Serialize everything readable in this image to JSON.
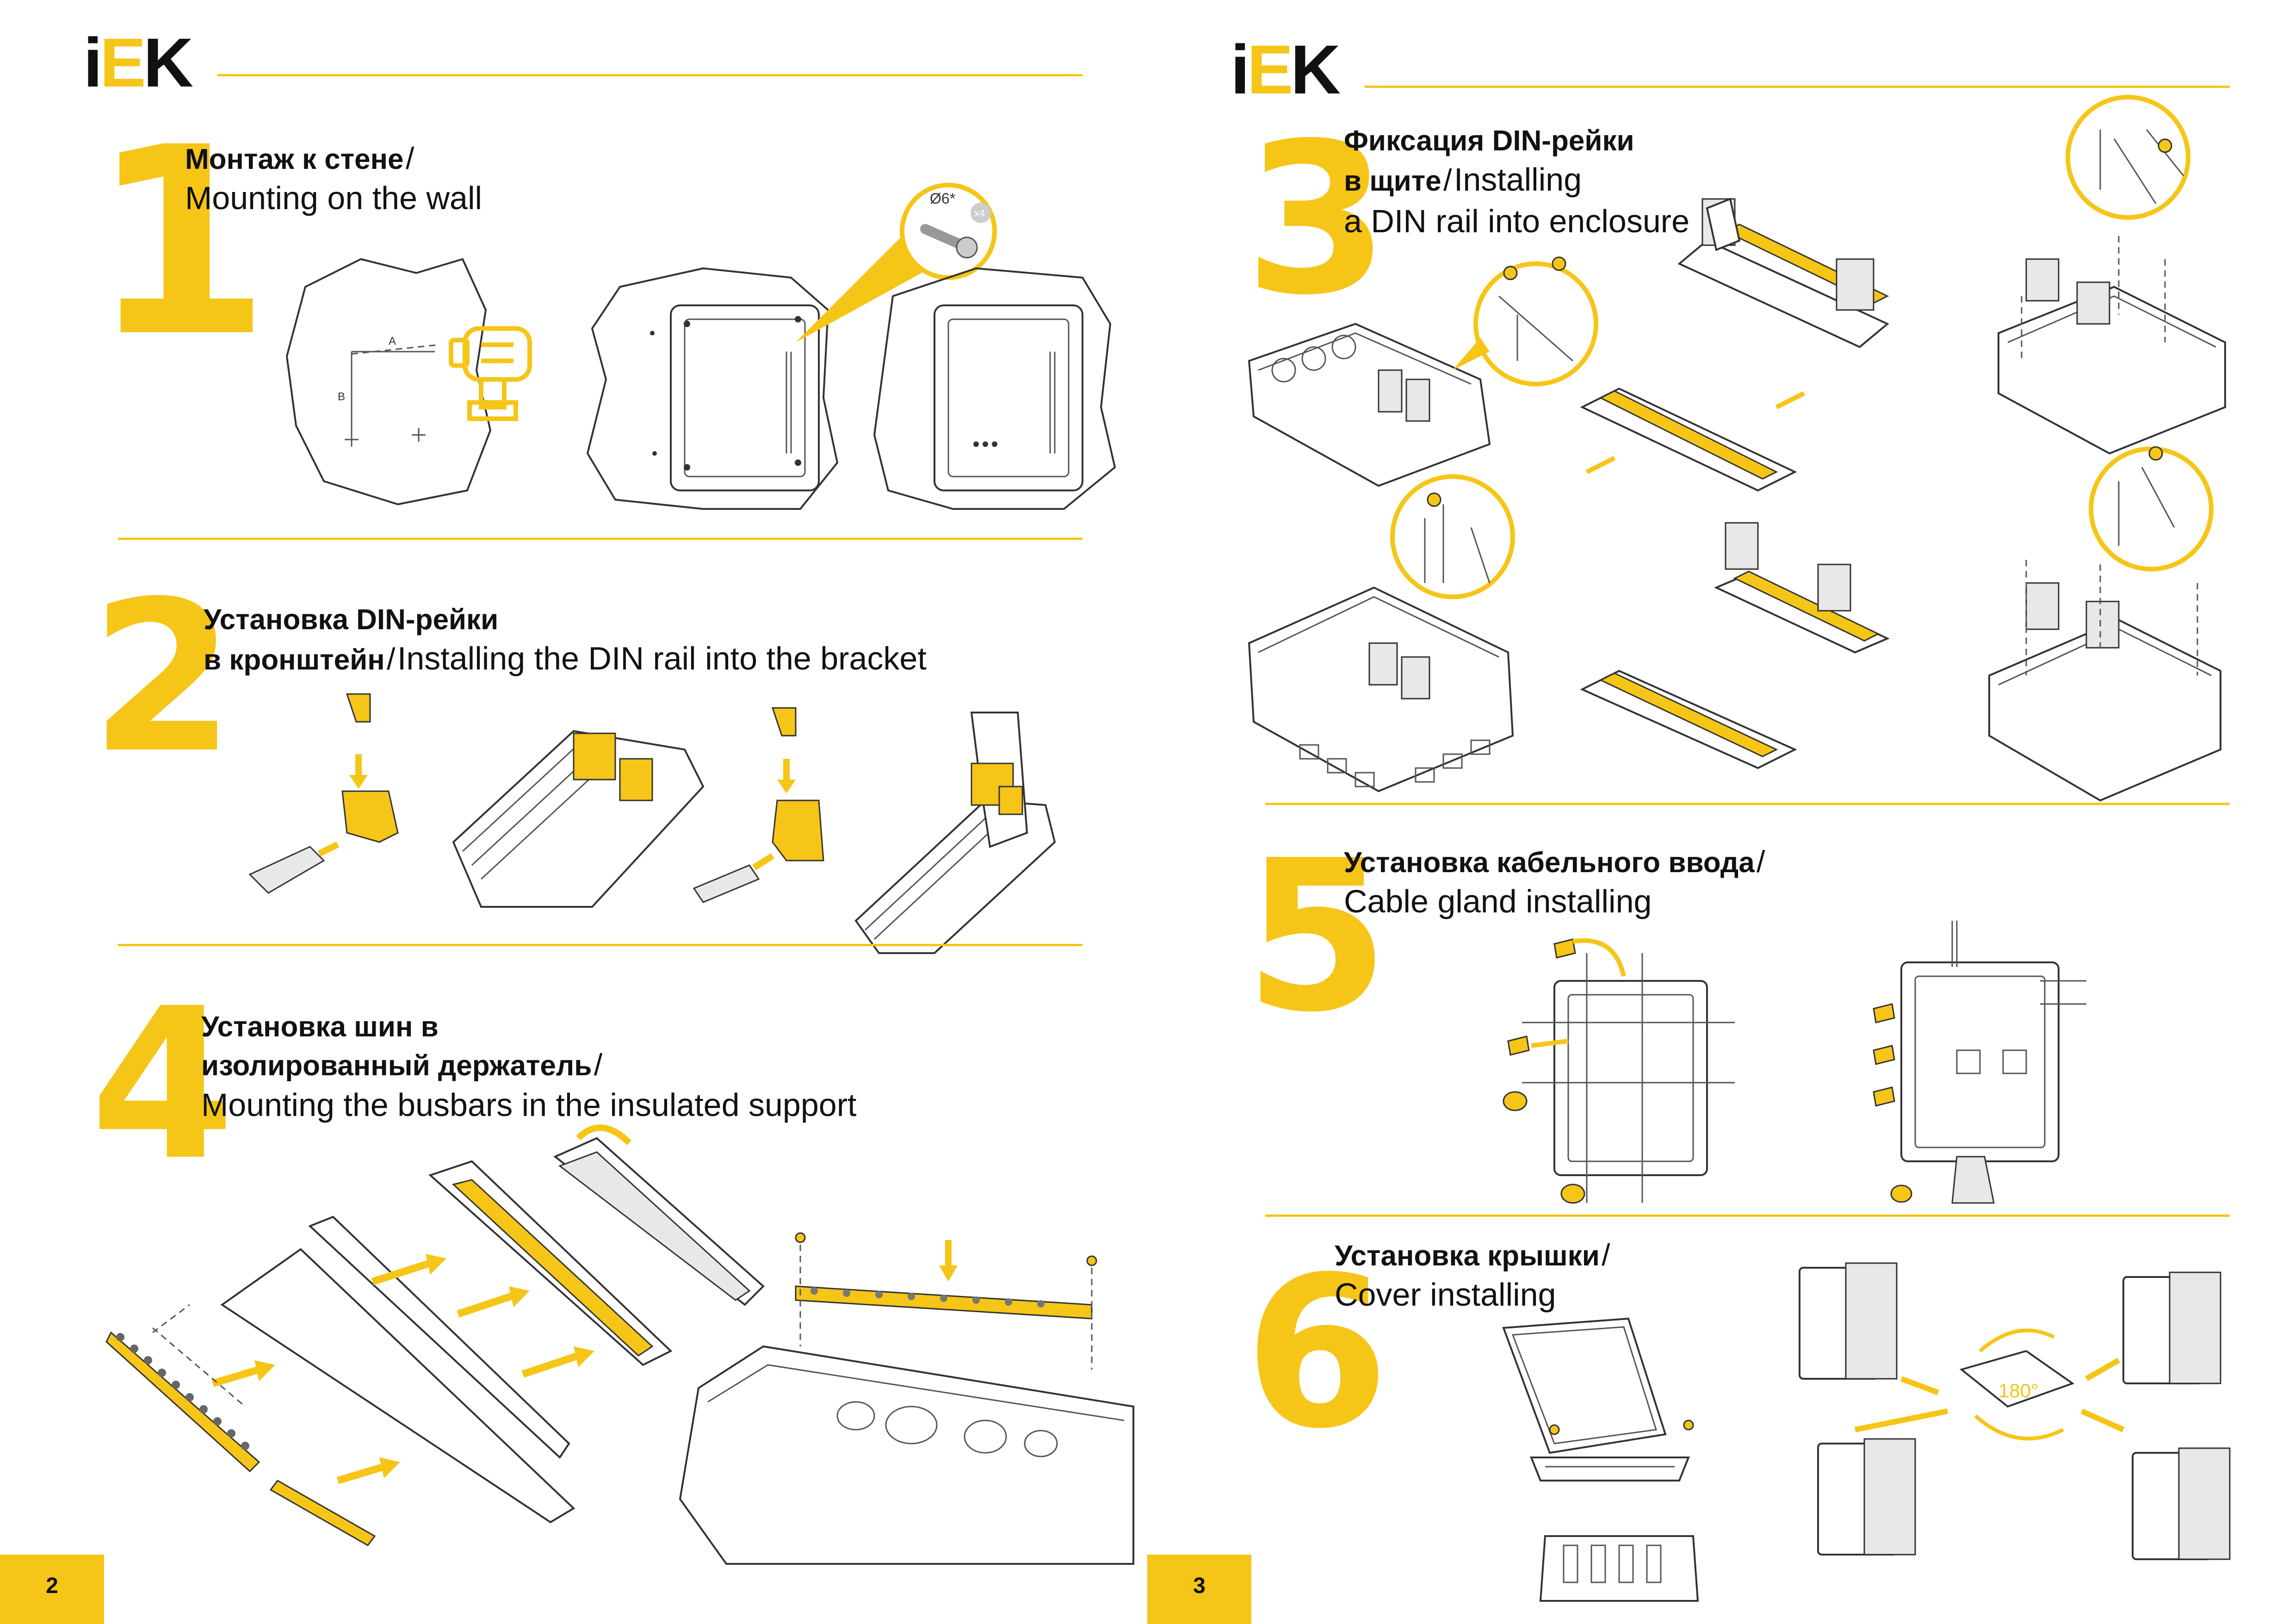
{
  "brand": {
    "logo_text_left": "i",
    "logo_text_e": "E",
    "logo_text_right": "K"
  },
  "left_page": {
    "page_number": "2",
    "sections": [
      {
        "number": "1",
        "title_ru": "Монтаж к стене",
        "separator": "/",
        "title_en": "Mounting on the wall",
        "labels": {
          "dim_a": "A",
          "dim_b": "B",
          "screw": "Ø6*",
          "badge": "x4"
        }
      },
      {
        "number": "2",
        "title_ru_line1": "Установка DIN-рейки",
        "title_ru_line2": "в кронштейн",
        "separator": "/",
        "title_en": "Installing the DIN rail into the bracket"
      },
      {
        "number": "4",
        "title_ru_line1": "Установка шин в",
        "title_ru_line2": "изолированный держатель",
        "separator": "/",
        "title_en": "Mounting the busbars in the insulated support"
      }
    ]
  },
  "right_page": {
    "page_number": "3",
    "sections": [
      {
        "number": "3",
        "title_ru_line1": "Фиксация DIN-рейки",
        "title_ru_line2": "в щите",
        "separator": "/",
        "title_en_line1": "Installing",
        "title_en_line2": "a DIN rail into enclosure"
      },
      {
        "number": "5",
        "title_ru": "Установка кабельного ввода",
        "separator": "/",
        "title_en": "Cable gland installing"
      },
      {
        "number": "6",
        "title_ru": "Установка крышки",
        "separator": "/",
        "title_en": "Cover installing",
        "labels": {
          "rotation": "180°"
        }
      }
    ]
  },
  "colors": {
    "accent": "#f5c518",
    "ink": "#111111",
    "line": "#333333"
  }
}
